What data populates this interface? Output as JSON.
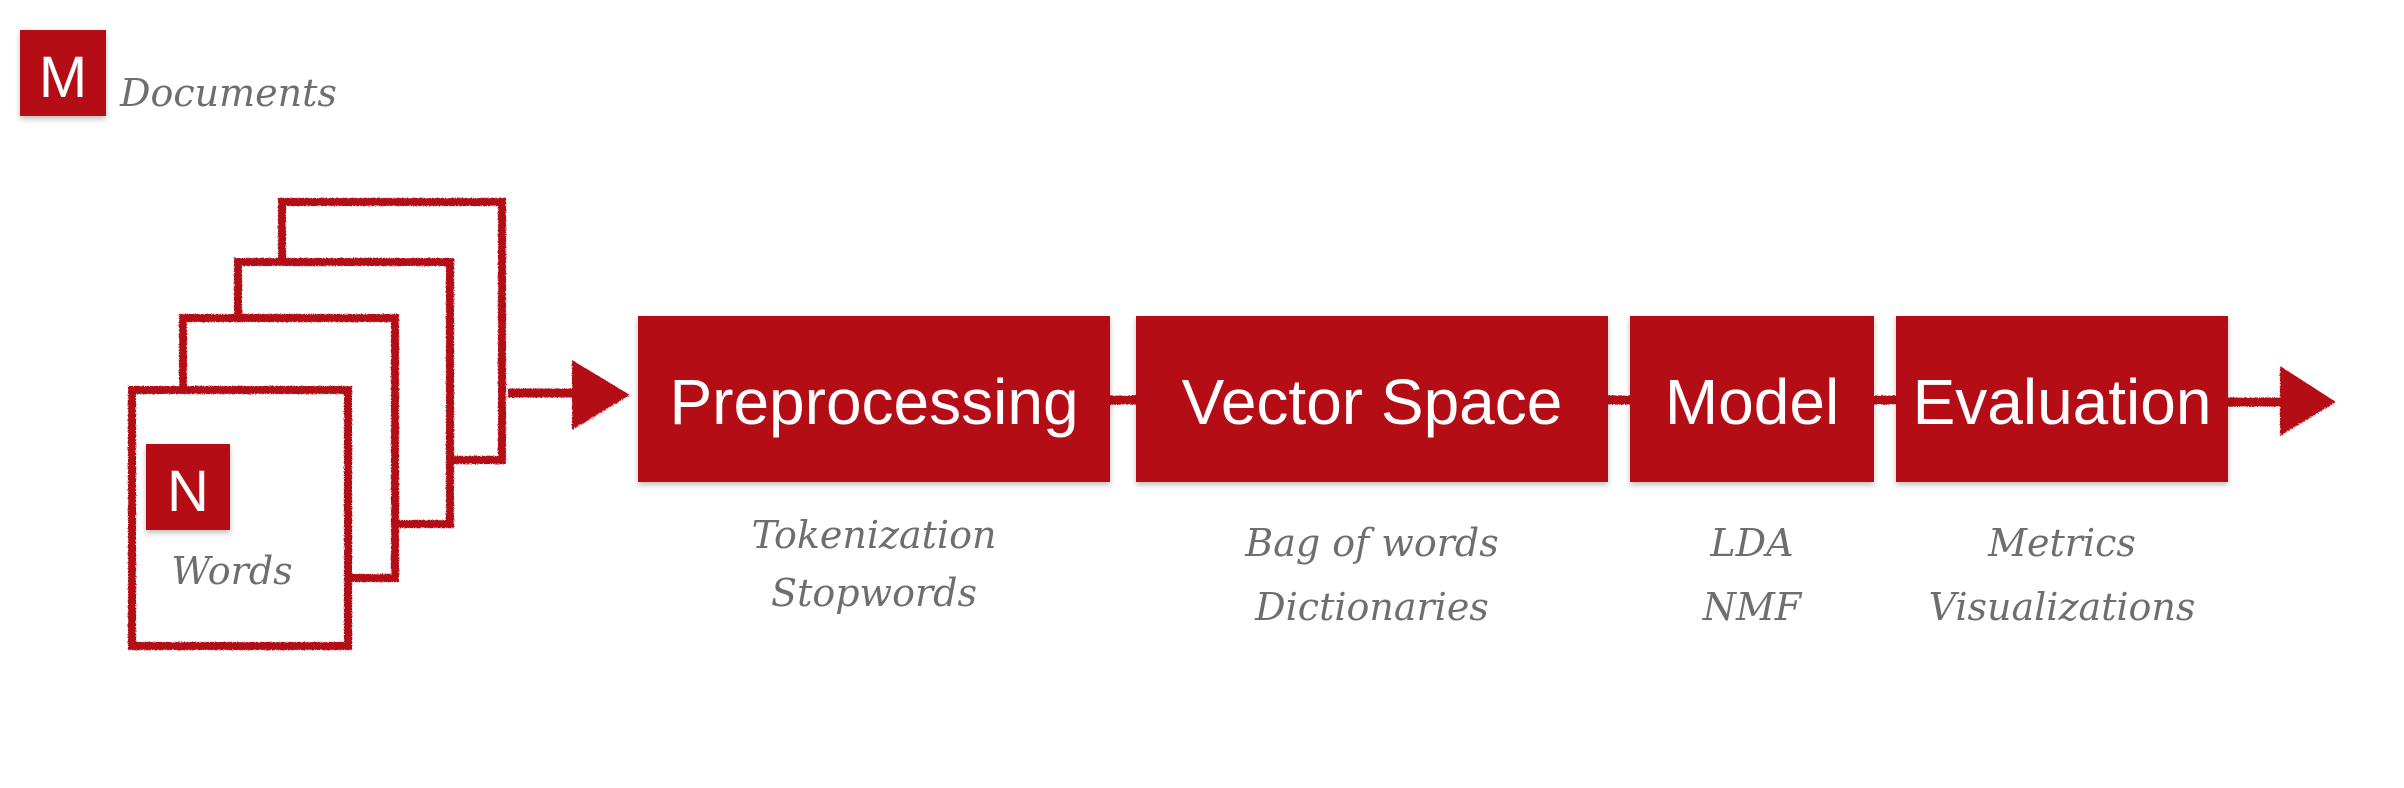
{
  "colors": {
    "accent": "#b50c15",
    "text_gray": "#6e6e6e",
    "background": "#ffffff"
  },
  "legend": {
    "badge_letter": "M",
    "label": "Documents"
  },
  "document_stack": {
    "badge_letter": "N",
    "label": "Words"
  },
  "pipeline": [
    {
      "title": "Preprocessing",
      "details": [
        "Tokenization",
        "Stopwords"
      ]
    },
    {
      "title": "Vector Space",
      "details": [
        "Bag of words",
        "Dictionaries"
      ]
    },
    {
      "title": "Model",
      "details": [
        "LDA",
        "NMF"
      ]
    },
    {
      "title": "Evaluation",
      "details": [
        "Metrics",
        "Visualizations"
      ]
    }
  ]
}
